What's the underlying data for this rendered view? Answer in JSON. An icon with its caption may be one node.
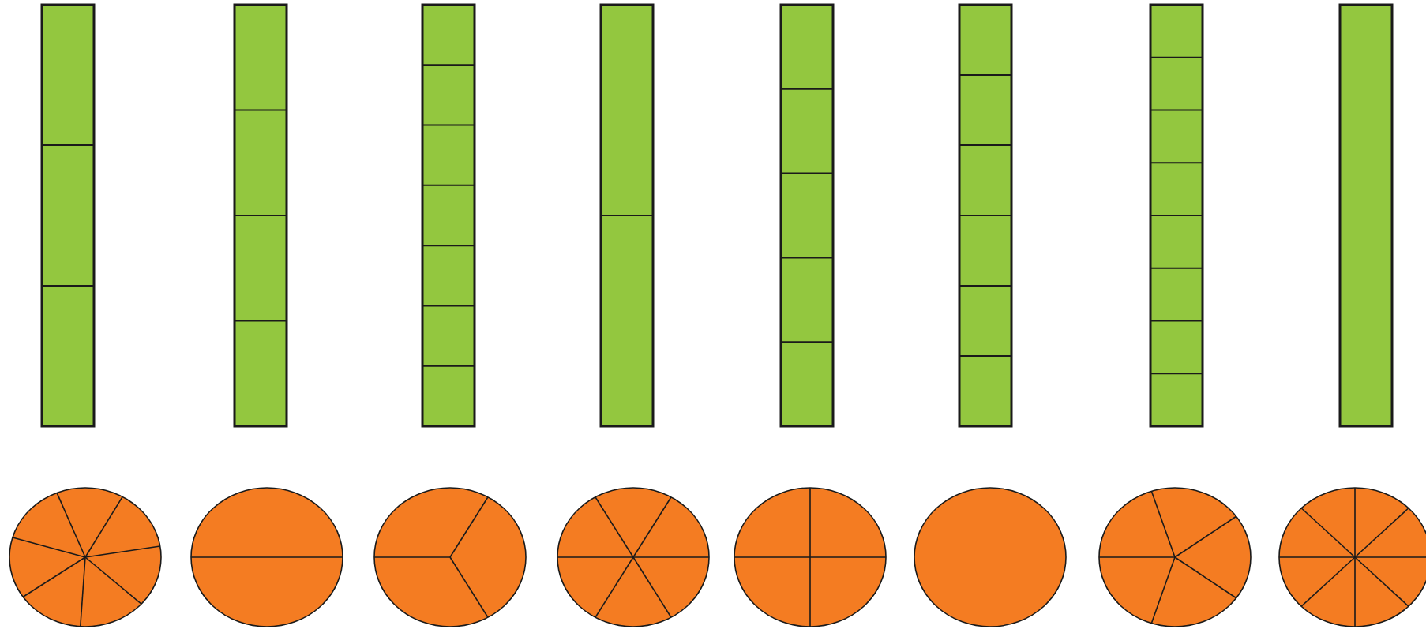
{
  "diagram": {
    "nodes": [
      {
        "text": [],
        "shape": "bar"
      },
      {
        "text": [],
        "shape": "bar"
      },
      {
        "text": [],
        "shape": "bar"
      },
      {
        "text": [],
        "shape": "bar"
      },
      {
        "text": [],
        "shape": "bar"
      },
      {
        "text": [],
        "shape": "bar"
      },
      {
        "text": [],
        "shape": "bar"
      },
      {
        "text": [],
        "shape": "bar"
      },
      {
        "text": [],
        "shape": "circle"
      },
      {
        "text": [],
        "shape": "circle"
      },
      {
        "text": [],
        "shape": "circle"
      },
      {
        "text": [],
        "shape": "circle"
      },
      {
        "text": [],
        "shape": "circle"
      },
      {
        "text": [],
        "shape": "circle"
      },
      {
        "text": [],
        "shape": "circle"
      },
      {
        "text": [],
        "shape": "circle"
      }
    ]
  }
}
